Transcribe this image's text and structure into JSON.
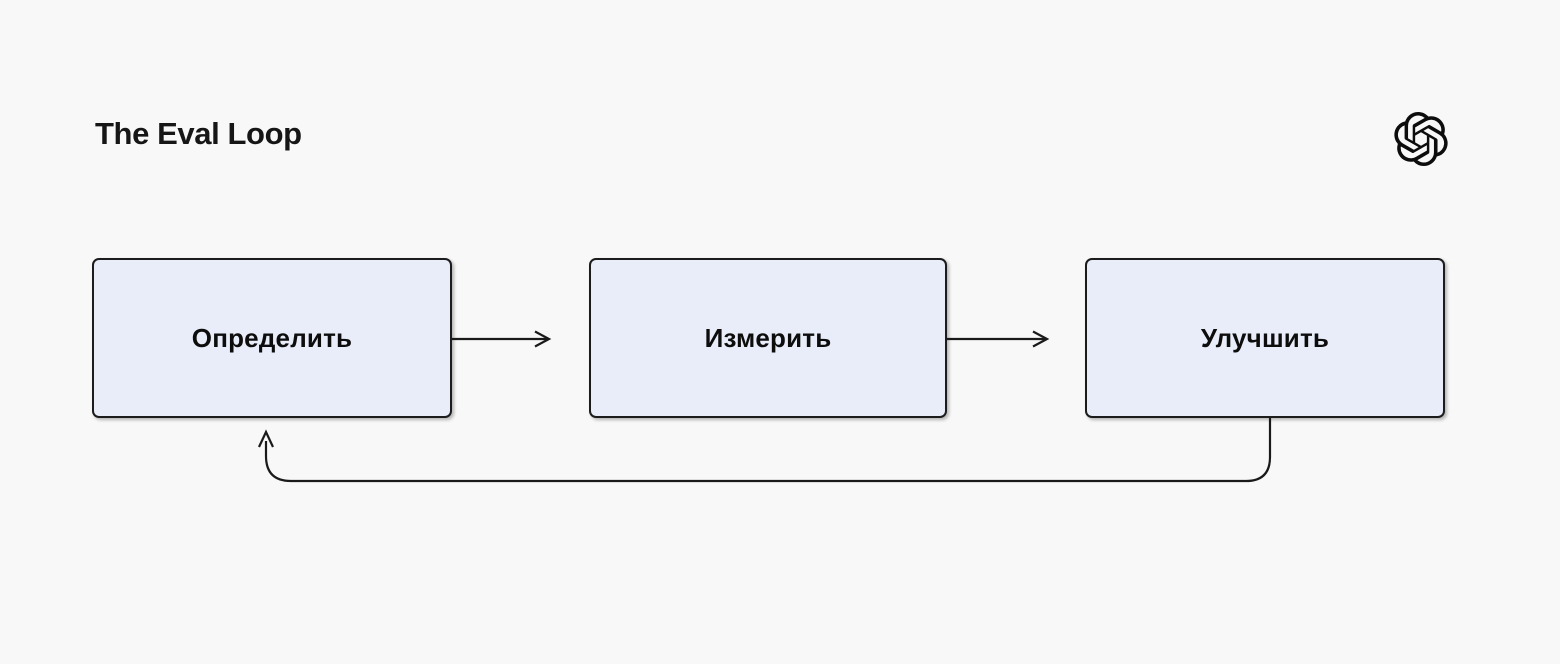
{
  "header": {
    "title": "The Eval Loop",
    "logo": "openai-logo"
  },
  "diagram": {
    "nodes": [
      {
        "id": "define",
        "label": "Определить"
      },
      {
        "id": "measure",
        "label": "Измерить"
      },
      {
        "id": "improve",
        "label": "Улучшить"
      }
    ],
    "edges": [
      {
        "from": "define",
        "to": "measure",
        "type": "arrow"
      },
      {
        "from": "measure",
        "to": "improve",
        "type": "arrow"
      },
      {
        "from": "improve",
        "to": "define",
        "type": "feedback-loop"
      }
    ]
  },
  "theme": {
    "bg": "#f8f8f9",
    "node-fill": "#e8edf9",
    "node-border": "#1c1c1c",
    "arrow": "#1a1a1a",
    "title-color": "#161616",
    "node-text": "#0d0d0d"
  }
}
